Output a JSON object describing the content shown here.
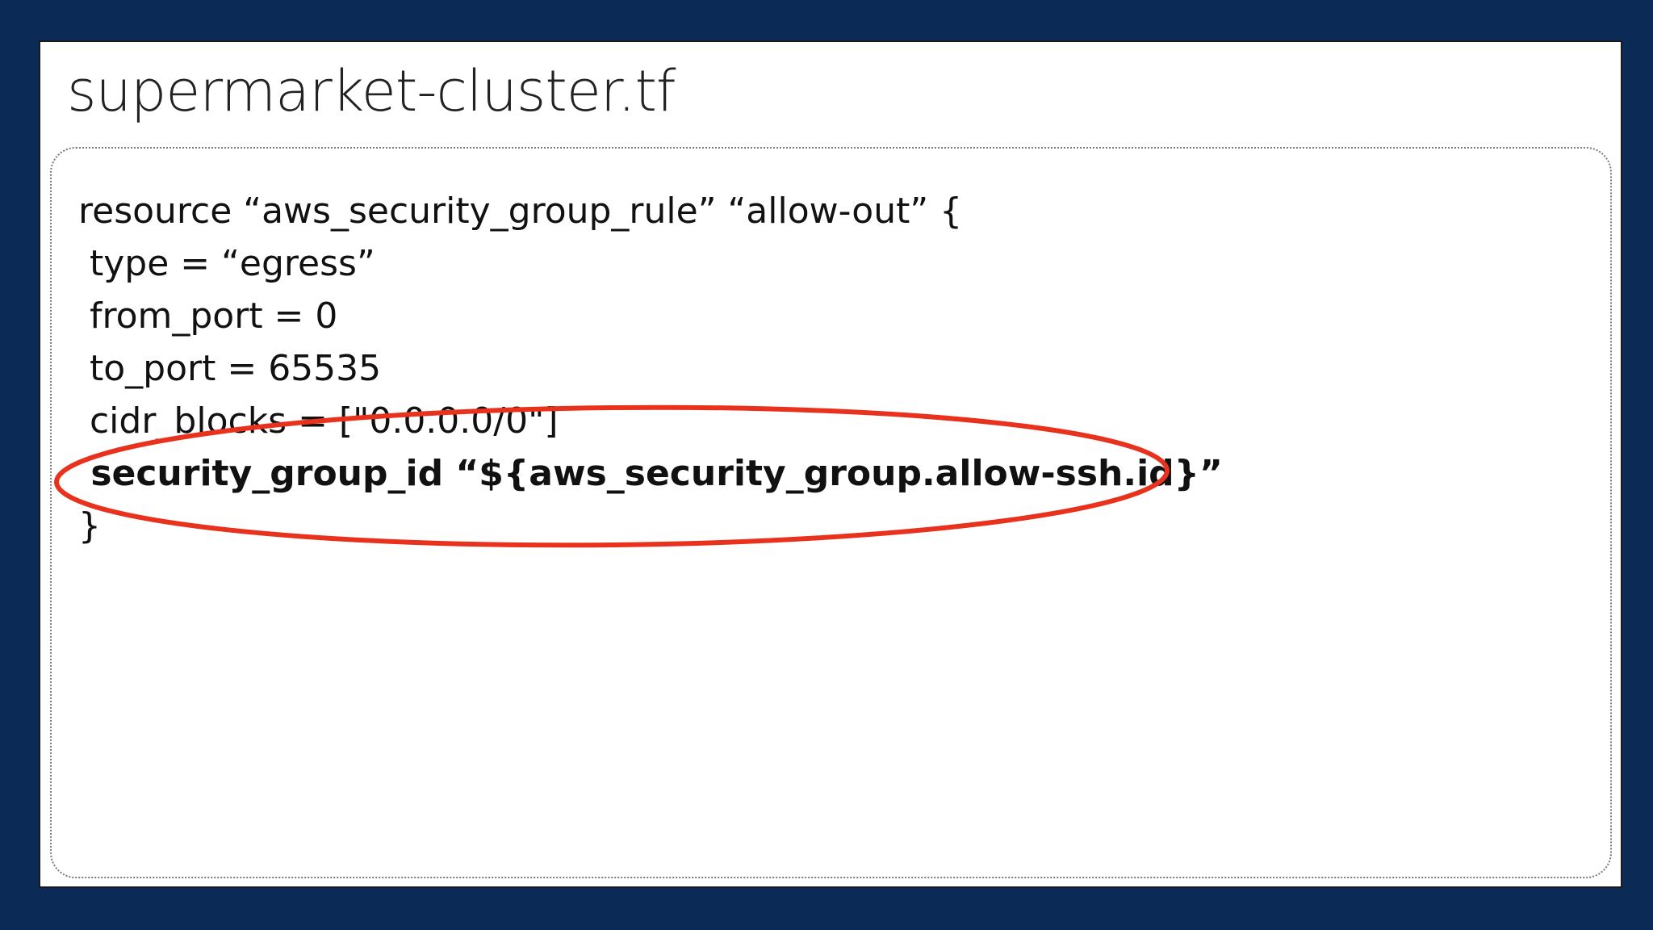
{
  "slide": {
    "title": "supermarket-cluster.tf",
    "code_lines": [
      "resource “aws_security_group_rule” “allow-out” {",
      " type = “egress”",
      " from_port = 0",
      " to_port = 65535",
      " cidr_blocks = [\"0.0.0.0/0\"]",
      " security_group_id “${aws_security_group.allow-ssh.id}”",
      "}"
    ],
    "highlighted_line_index": 5
  },
  "colors": {
    "background": "#0b2a55",
    "slide": "#ffffff",
    "highlight_ellipse": "#e8321e"
  }
}
